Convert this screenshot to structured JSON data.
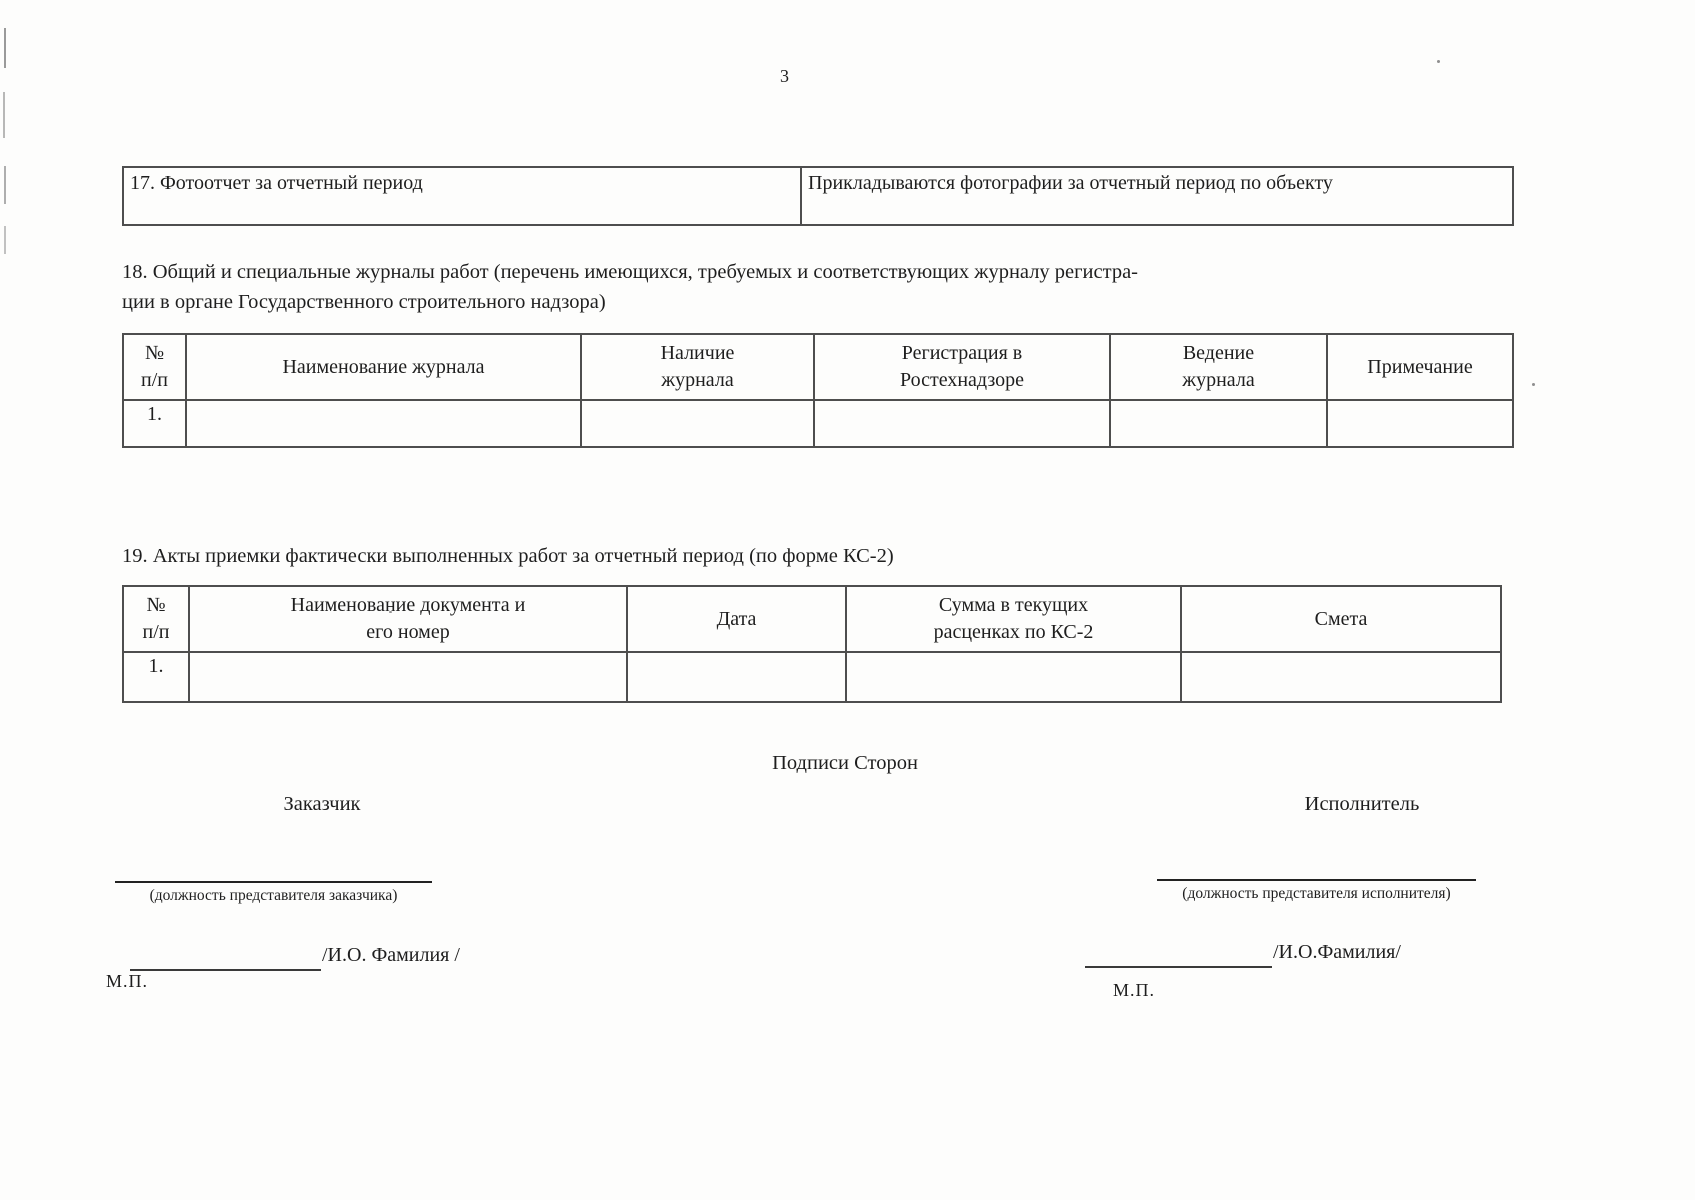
{
  "page": {
    "number": "3"
  },
  "item17": {
    "label": "17. Фотоотчет за отчетный период",
    "value": "Прикладываются фотографии за отчетный период по объекту"
  },
  "section18": {
    "heading": "18. Общий и специальные журналы работ (перечень имеющихся, требуемых и соответствующих журналу регистра-\nции в органе Государственного строительного надзора)",
    "table": {
      "headers": [
        "№\nп/п",
        "Наименование журнала",
        "Наличие\nжурнала",
        "Регистрация в\nРостехнадзоре",
        "Ведение\nжурнала",
        "Примечание"
      ],
      "rows": [
        [
          "1.",
          "",
          "",
          "",
          "",
          ""
        ]
      ]
    }
  },
  "section19": {
    "heading": "19. Акты приемки фактически выполненных работ за отчетный период (по форме КС-2)",
    "table": {
      "headers": [
        "№\nп/п",
        "Наименование документа и\nего номер",
        "Дата",
        "Сумма в текущих\nрасценках по КС-2",
        "Смета"
      ],
      "rows": [
        [
          "1.",
          "",
          "",
          "",
          ""
        ]
      ]
    }
  },
  "signatures": {
    "title": "Подписи Сторон",
    "customer": {
      "party": "Заказчик",
      "position_caption": "(должность представителя заказчика)",
      "name_placeholder": "/И.О. Фамилия /",
      "seal": "М.П."
    },
    "contractor": {
      "party": "Исполнитель",
      "position_caption": "(должность представителя исполнителя)",
      "name_placeholder": "/И.О.Фамилия/",
      "seal": "М.П."
    }
  },
  "colors": {
    "ink": "#1e1e1e",
    "border": "#4e4e4e",
    "paper": "#fdfdfc"
  }
}
